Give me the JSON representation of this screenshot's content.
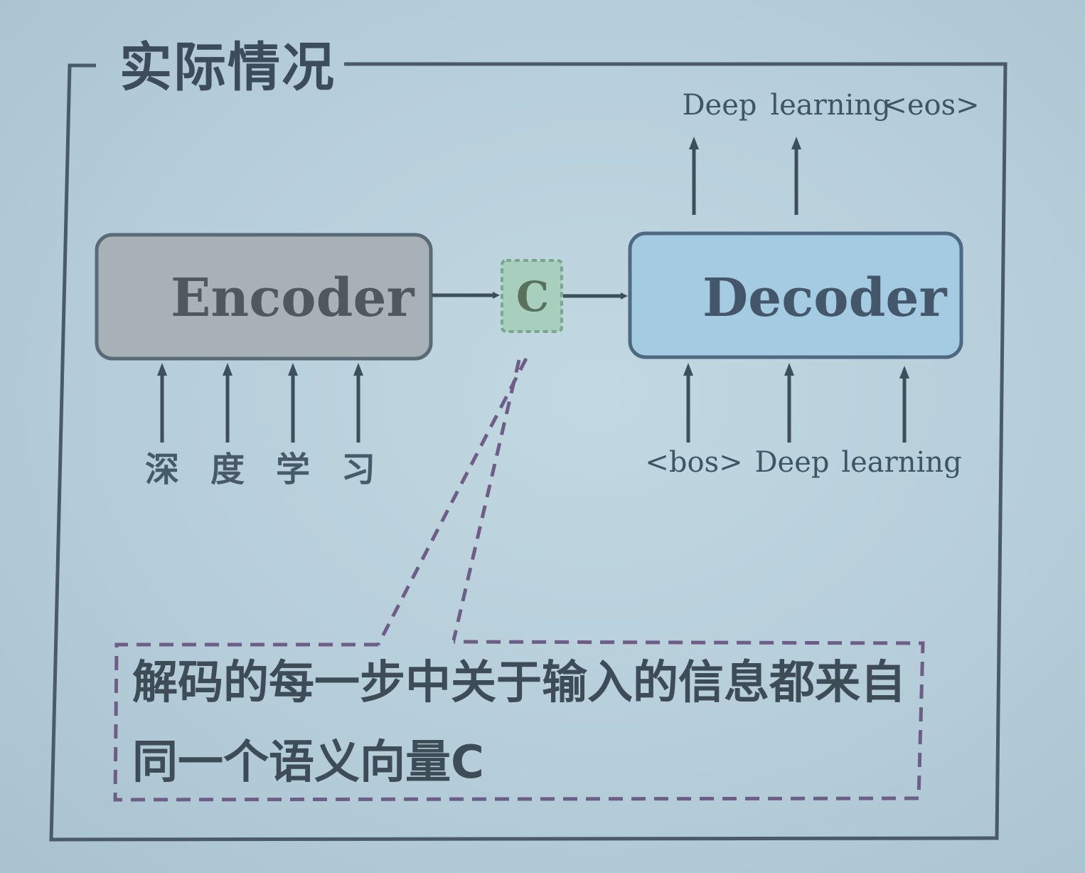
{
  "title": "实际情况",
  "encoder": {
    "label": "Encoder",
    "inputs": [
      "深",
      "度",
      "学",
      "习"
    ]
  },
  "context": {
    "label": "C"
  },
  "decoder": {
    "label": "Decoder",
    "inputs": [
      "<bos>",
      "Deep",
      "learning"
    ],
    "outputs": [
      "Deep",
      "learning",
      "<eos>"
    ]
  },
  "note": {
    "line1": "解码的每一步中关于输入的信息都来自",
    "line2": "同一个语义向量C"
  },
  "colors": {
    "background": "#b6ceda",
    "frame": "#4a5a68",
    "encoder_fill": "#a9b2b8",
    "decoder_fill": "#a6cce2",
    "context_fill": "#a9cfbf",
    "note_border": "#7a5e8a"
  }
}
